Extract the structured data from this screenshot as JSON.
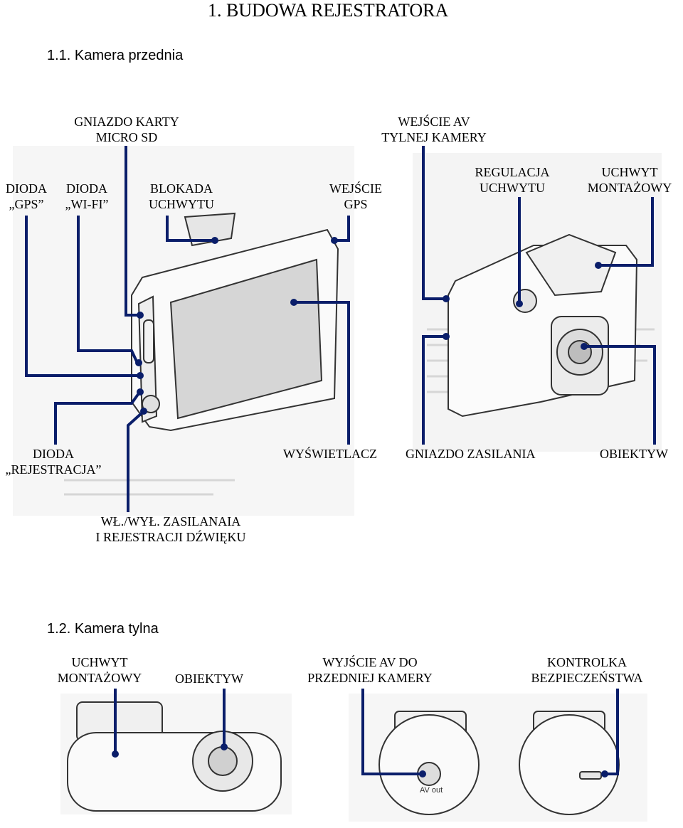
{
  "heading": {
    "title": "1. BUDOWA REJESTRATORA",
    "front_section": "1.1. Kamera przednia",
    "rear_section": "1.2. Kamera tylna"
  },
  "front": {
    "labels": {
      "sd_slot": "GNIAZDO KARTY\nMICRO SD",
      "rear_av_input": "WEJŚCIE AV\nTYLNEJ KAMERY",
      "gps_led": "DIODA\n„GPS”",
      "wifi_led": "DIODA\n„WI-FI”",
      "mount_lock": "BLOKADA\nUCHWYTU",
      "gps_input": "WEJŚCIE\nGPS",
      "mount_adjust": "REGULACJA\nUCHWYTU",
      "mount_holder": "UCHWYT\nMONTAŻOWY",
      "rec_led": "DIODA\n„REJESTRACJA”",
      "display": "WYŚWIETLACZ",
      "power_socket": "GNIAZDO ZASILANIA",
      "lens": "OBIEKTYW",
      "power_switch": "WŁ./WYŁ. ZASILANAIA\nI REJESTRACJI DŹWIĘKU"
    }
  },
  "rear": {
    "labels": {
      "mount_holder": "UCHWYT\nMONTAŻOWY",
      "lens": "OBIEKTYW",
      "av_output": "WYJŚCIE AV DO\nPRZEDNIEJ KAMERY",
      "safety_light": "KONTROLKA\nBEZPIECZEŃSTWA"
    },
    "av_out_label": "AV out"
  },
  "colors": {
    "callout": "#0a1e6a"
  }
}
